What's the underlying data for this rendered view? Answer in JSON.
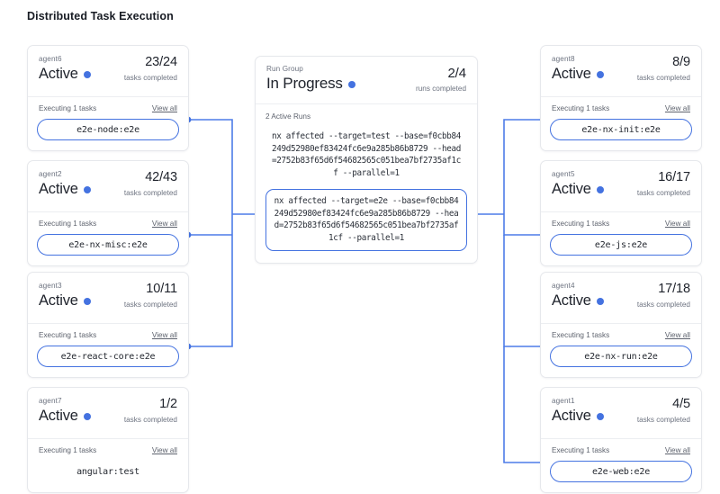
{
  "page": {
    "title": "Distributed Task Execution",
    "accent_color": "#4472e0",
    "card_border_color": "#e6e8ec"
  },
  "labels": {
    "tasks_completed": "tasks completed",
    "runs_completed": "runs completed",
    "executing": "Executing 1 tasks",
    "view_all": "View all",
    "status_dot_icon": "status-dot-icon"
  },
  "run_group": {
    "kicker": "Run Group",
    "status": "In Progress",
    "count": "2/4",
    "count_label": "runs completed",
    "active_runs_label": "2 Active Runs",
    "commands": [
      {
        "text": "nx affected --target=test --base=f0cbb84249d52980ef83424fc6e9a285b86b8729 --head=2752b83f65d6f54682565c051bea7bf2735af1cf --parallel=1",
        "highlighted": false
      },
      {
        "text": "nx affected --target=e2e --base=f0cbb84249d52980ef83424fc6e9a285b86b8729 --head=2752b83f65d6f54682565c051bea7bf2735af1cf --parallel=1",
        "highlighted": true
      }
    ]
  },
  "left_agents": [
    {
      "name": "agent6",
      "status": "Active",
      "count": "23/24",
      "count_label": "tasks completed",
      "executing": "Executing 1 tasks",
      "view_all": "View all",
      "task": "e2e-node:e2e",
      "connected": true
    },
    {
      "name": "agent2",
      "status": "Active",
      "count": "42/43",
      "count_label": "tasks completed",
      "executing": "Executing 1 tasks",
      "view_all": "View all",
      "task": "e2e-nx-misc:e2e",
      "connected": true
    },
    {
      "name": "agent3",
      "status": "Active",
      "count": "10/11",
      "count_label": "tasks completed",
      "executing": "Executing 1 tasks",
      "view_all": "View all",
      "task": "e2e-react-core:e2e",
      "connected": true
    },
    {
      "name": "agent7",
      "status": "Active",
      "count": "1/2",
      "count_label": "tasks completed",
      "executing": "Executing 1 tasks",
      "view_all": "View all",
      "task": "angular:test",
      "connected": false
    }
  ],
  "right_agents": [
    {
      "name": "agent8",
      "status": "Active",
      "count": "8/9",
      "count_label": "tasks completed",
      "executing": "Executing 1 tasks",
      "view_all": "View all",
      "task": "e2e-nx-init:e2e",
      "connected": true
    },
    {
      "name": "agent5",
      "status": "Active",
      "count": "16/17",
      "count_label": "tasks completed",
      "executing": "Executing 1 tasks",
      "view_all": "View all",
      "task": "e2e-js:e2e",
      "connected": true
    },
    {
      "name": "agent4",
      "status": "Active",
      "count": "17/18",
      "count_label": "tasks completed",
      "executing": "Executing 1 tasks",
      "view_all": "View all",
      "task": "e2e-nx-run:e2e",
      "connected": true
    },
    {
      "name": "agent1",
      "status": "Active",
      "count": "4/5",
      "count_label": "tasks completed",
      "executing": "Executing 1 tasks",
      "view_all": "View all",
      "task": "e2e-web:e2e",
      "connected": true
    }
  ]
}
